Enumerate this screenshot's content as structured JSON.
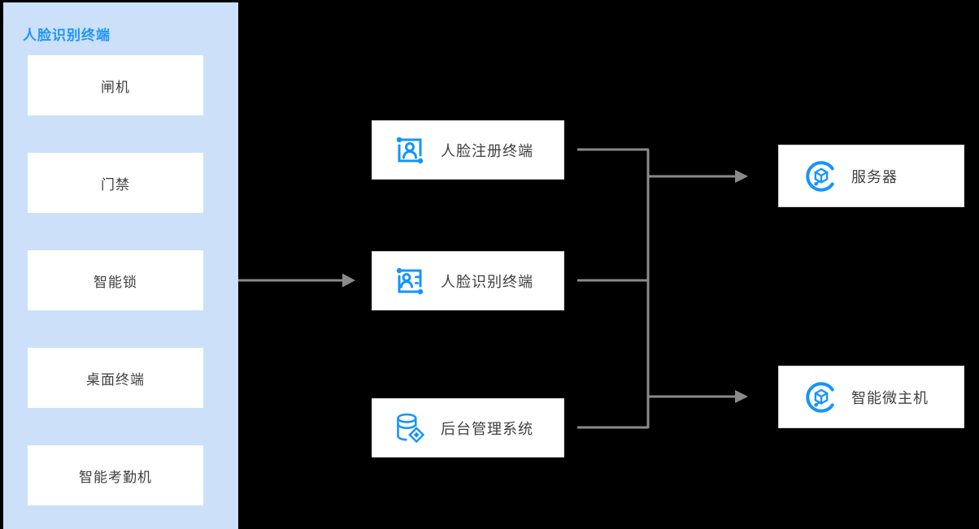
{
  "colors": {
    "background": "#000000",
    "panel_bg": "#cce0f9",
    "panel_title_blue": "#1e96fa",
    "icon_blue": "#1495fb",
    "node_text": "#404040",
    "connector_gray": "#8a8a8a",
    "node_bg": "#ffffff"
  },
  "panel": {
    "title": "人脸识别终端",
    "items": [
      {
        "label": "闸机"
      },
      {
        "label": "门禁"
      },
      {
        "label": "智能锁"
      },
      {
        "label": "桌面终端"
      },
      {
        "label": "智能考勤机"
      }
    ]
  },
  "middle_nodes": [
    {
      "label": "人脸注册终端",
      "icon": "face-register-icon"
    },
    {
      "label": "人脸识别终端",
      "icon": "face-recognition-icon"
    },
    {
      "label": "后台管理系统",
      "icon": "database-admin-icon"
    }
  ],
  "right_nodes": [
    {
      "label": "服务器",
      "icon": "cloud-server-icon"
    },
    {
      "label": "智能微主机",
      "icon": "micro-host-icon"
    }
  ]
}
